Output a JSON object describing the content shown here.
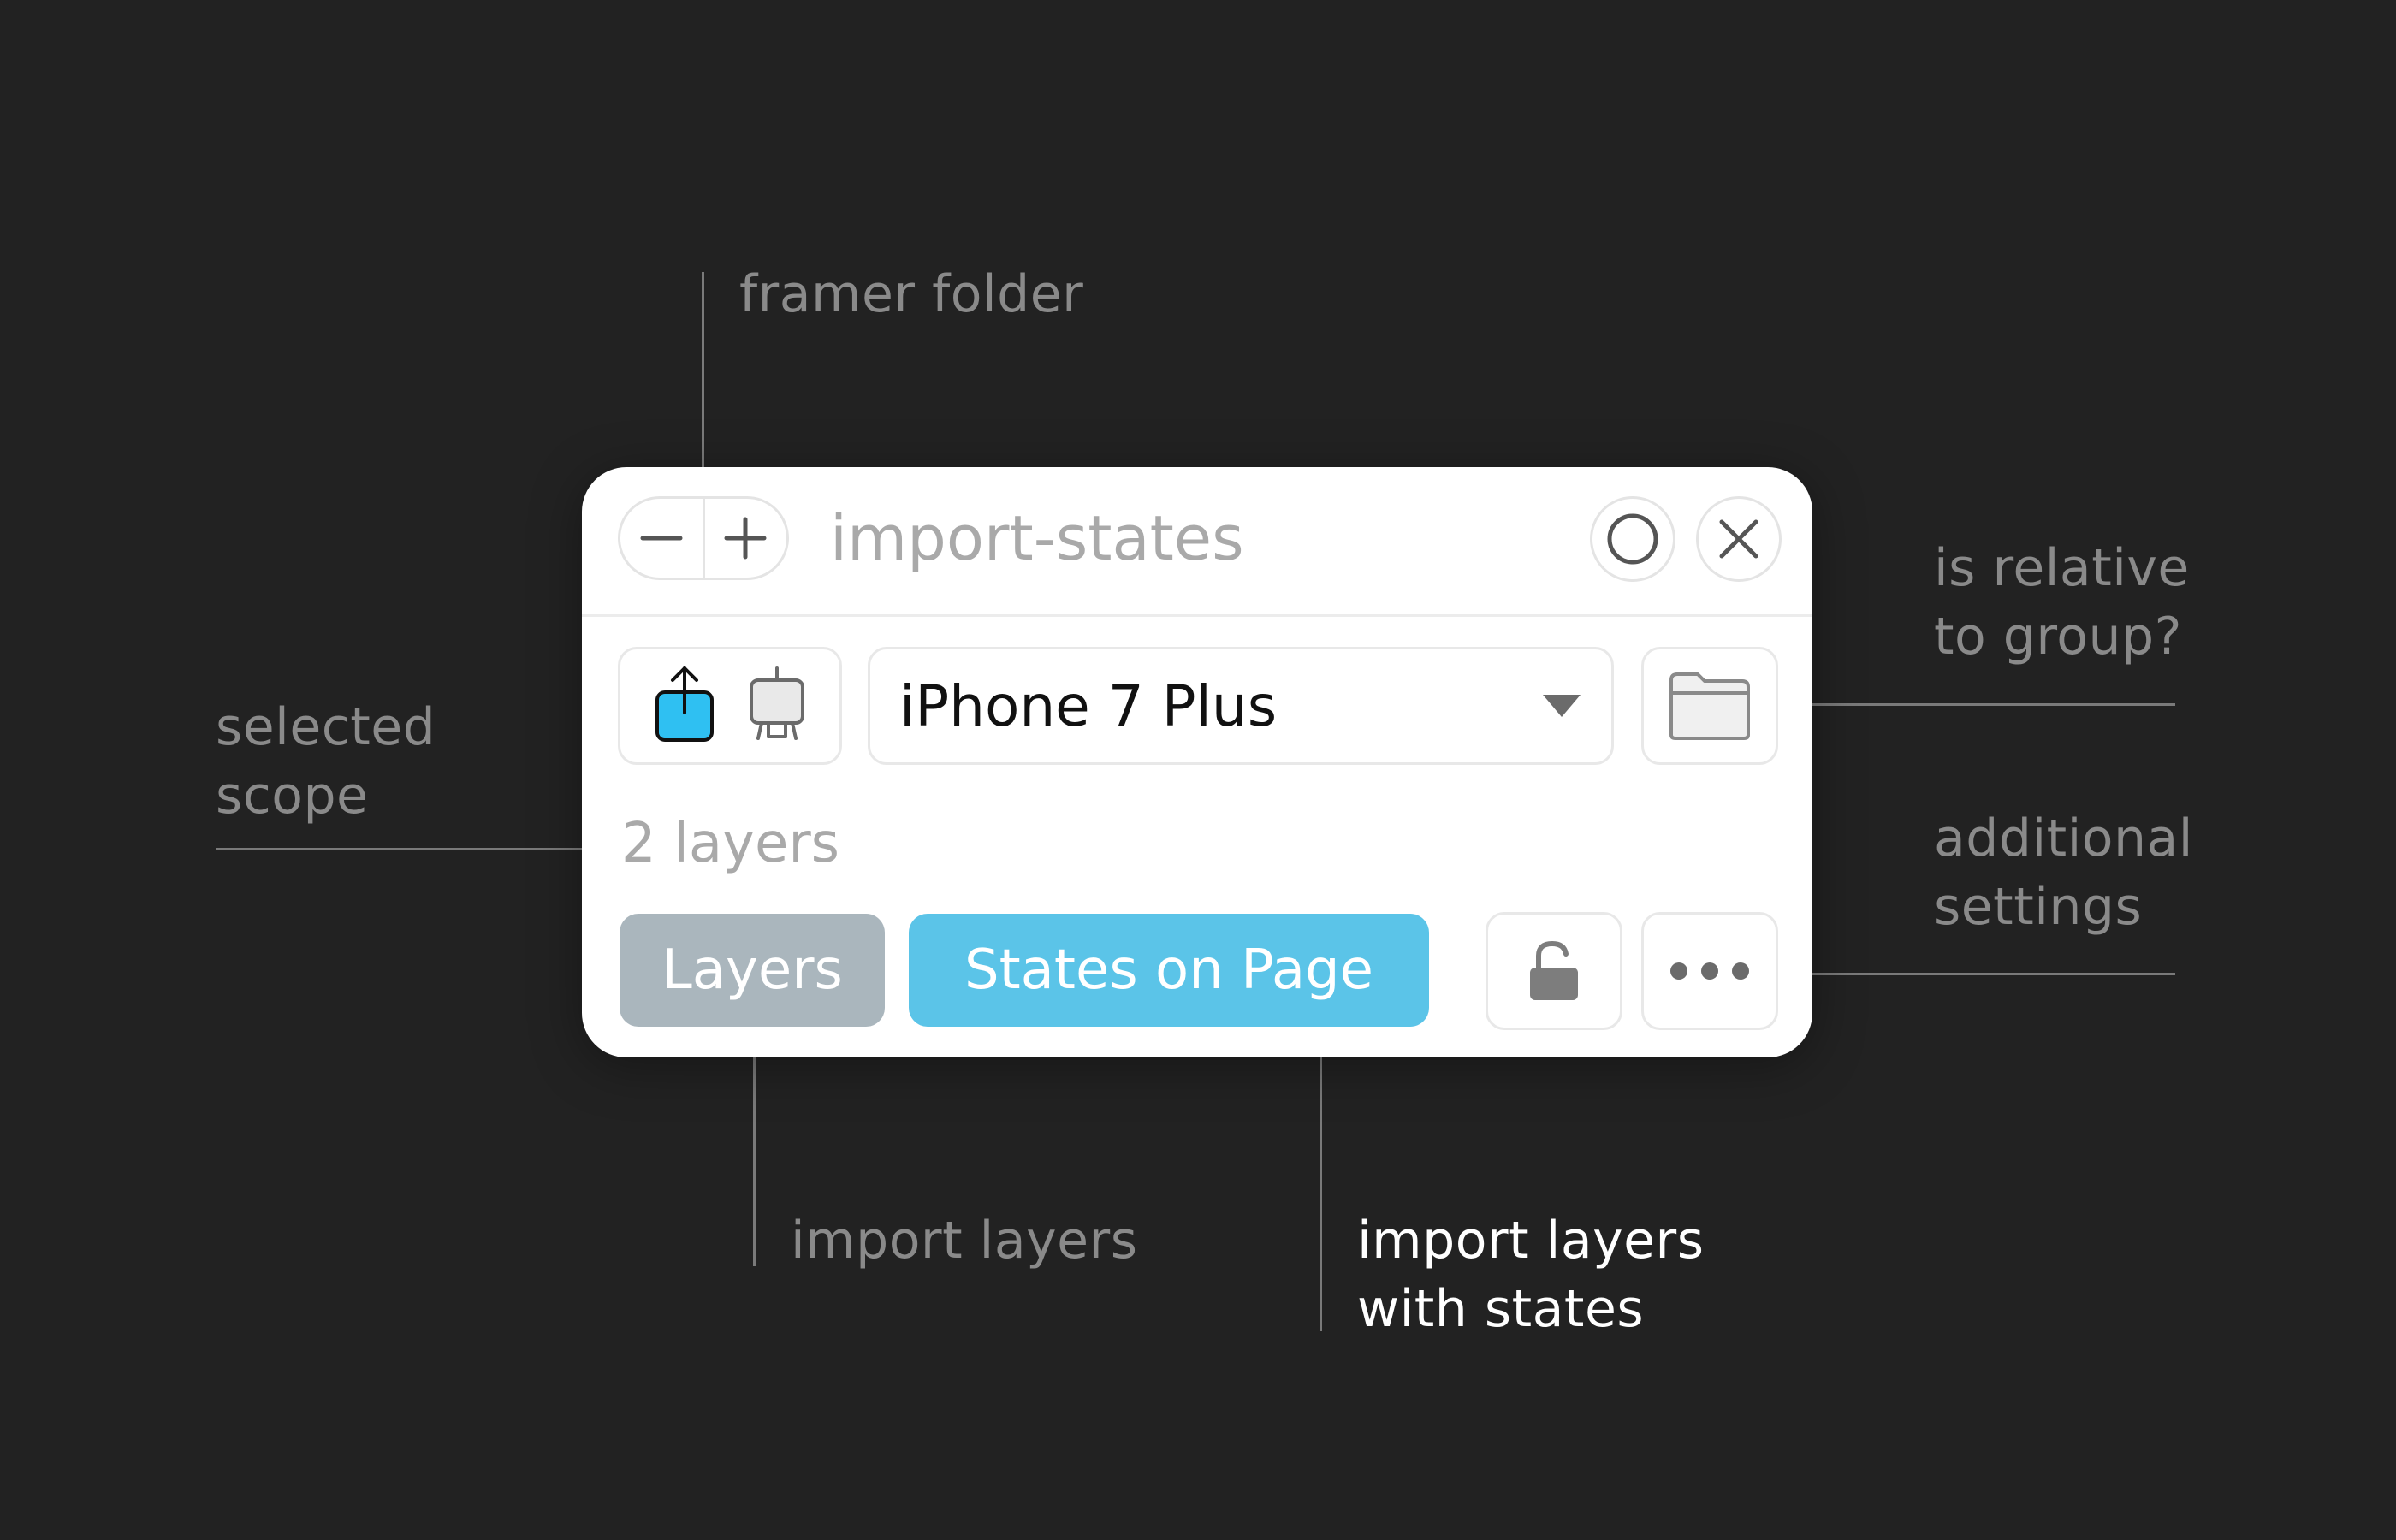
{
  "annotations": {
    "framer_folder": [
      "framer folder"
    ],
    "selected_scope": [
      "selected",
      "scope"
    ],
    "is_relative": [
      "is relative",
      "to group?"
    ],
    "additional_settings": [
      "additional",
      "settings"
    ],
    "import_layers": [
      "import layers"
    ],
    "import_layers_states": [
      "import layers",
      "with states"
    ]
  },
  "panel": {
    "title": "import-states",
    "stepper": {
      "minus_icon": "minus-icon",
      "plus_icon": "plus-icon"
    },
    "scope_icons": [
      "export-upload-icon",
      "easel-artboard-icon"
    ],
    "scope_selected_color": "#2fc0f2",
    "device": {
      "value": "iPhone 7 Plus",
      "icon": "dropdown-triangle-icon"
    },
    "layer_count": "2 layers",
    "buttons": {
      "layers": "Layers",
      "states_on_page": "States on Page"
    },
    "colors": {
      "layers_button": "#aab6bd",
      "states_button": "#5bc4e8"
    }
  }
}
